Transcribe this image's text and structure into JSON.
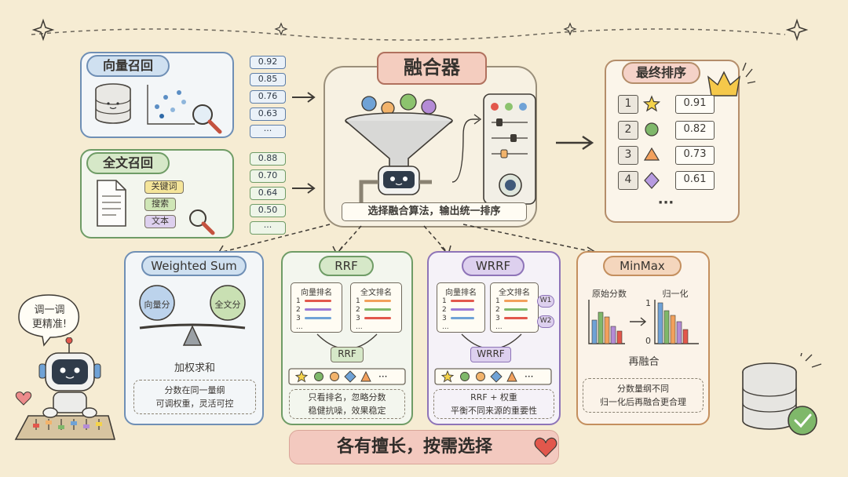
{
  "vector": {
    "title": "向量召回",
    "scores": [
      "0.92",
      "0.85",
      "0.76",
      "0.63",
      "···"
    ]
  },
  "fulltext": {
    "title": "全文召回",
    "tags": [
      "关键词",
      "搜索",
      "文本"
    ],
    "scores": [
      "0.88",
      "0.70",
      "0.64",
      "0.50",
      "···"
    ]
  },
  "fuser": {
    "title": "融合器",
    "caption": "选择融合算法，输出统一排序"
  },
  "final": {
    "title": "最终排序",
    "rows": [
      {
        "rank": "1",
        "shape": "star-icon",
        "score": "0.91"
      },
      {
        "rank": "2",
        "shape": "circle-icon",
        "score": "0.82"
      },
      {
        "rank": "3",
        "shape": "triangle-icon",
        "score": "0.73"
      },
      {
        "rank": "4",
        "shape": "diamond-icon",
        "score": "0.61"
      }
    ],
    "more": "···"
  },
  "methods": {
    "weighted": {
      "title": "Weighted Sum",
      "left": "向量分",
      "right": "全文分",
      "label": "加权求和",
      "caption_1": "分数在同一量纲",
      "caption_2": "可调权重，灵活可控"
    },
    "rrf": {
      "title": "RRF",
      "list_a": "向量排名",
      "list_b": "全文排名",
      "merge": "RRF",
      "caption_1": "只看排名，忽略分数",
      "caption_2": "稳健抗噪，效果稳定"
    },
    "wrrf": {
      "title": "WRRF",
      "list_a": "向量排名",
      "list_b": "全文排名",
      "w1": "W1",
      "w2": "W2",
      "merge": "WRRF",
      "caption_1": "RRF + 权重",
      "caption_2": "平衡不同来源的重要性"
    },
    "minmax": {
      "title": "MinMax",
      "raw": "原始分数",
      "norm": "归一化",
      "axis_top": "1",
      "axis_bottom": "0",
      "label": "再融合",
      "caption_1": "分数量纲不同",
      "caption_2": "归一化后再融合更合理"
    }
  },
  "rank_numbers": [
    "1",
    "2",
    "3",
    "..."
  ],
  "bubble": {
    "line1": "调一调",
    "line2": "更精准!"
  },
  "footer": "各有擅长，按需选择",
  "colors": {
    "blue": "#cfe0f0",
    "green": "#d6e8c8",
    "purple": "#ddd0ee",
    "orange": "#f4d6bd",
    "pink": "#f5d2c8",
    "heart": "#e2574c"
  }
}
